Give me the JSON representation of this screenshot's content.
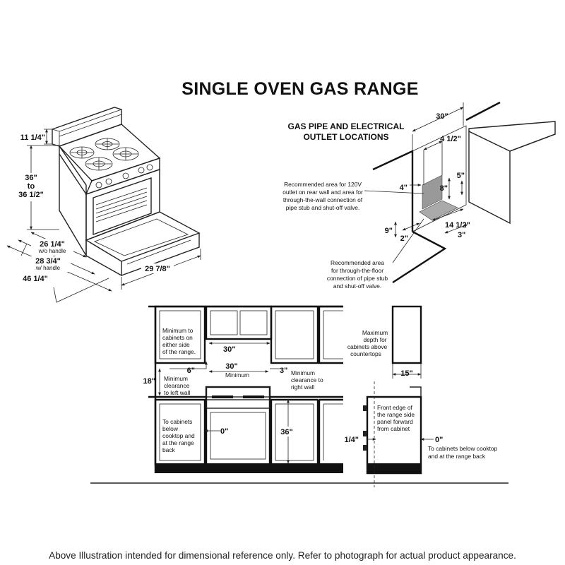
{
  "title": "SINGLE OVEN GAS RANGE",
  "range_view": {
    "dims": {
      "backguard": "11 1/4\"",
      "height_a": "36\"",
      "height_to": "to",
      "height_b": "36 1/2\"",
      "depth_no_handle": "26 1/4\"",
      "depth_no_handle_note": "w/o handle",
      "depth_with_handle": "28 3/4\"",
      "depth_with_handle_note": "w/ handle",
      "depth_door_open": "46 1/4\"",
      "width": "29 7/8\""
    }
  },
  "gas_pipe": {
    "heading_line1": "GAS PIPE AND ELECTRICAL",
    "heading_line2": "OUTLET LOCATIONS",
    "dims": {
      "top_width": "30\"",
      "offset": "4 1/2\"",
      "d4": "4\"",
      "d5": "5\"",
      "d8": "8\"",
      "d9": "9\"",
      "d2": "2\"",
      "d14": "14 1/2\"",
      "d3": "3\""
    },
    "note_wall": [
      "Recommended area for 120V",
      "outlet on rear wall and area for",
      "through-the-wall connection of",
      "pipe stub and shut-off valve."
    ],
    "note_floor": [
      "Recommended area",
      "for through-the-floor",
      "connection of pipe stub",
      "and shut-off valve."
    ]
  },
  "installation": {
    "note_side_cabinets": [
      "Minimum to",
      "cabinets on",
      "either side",
      "of the range."
    ],
    "dim_cabinet_width": "30\"",
    "dim_6": "6\"",
    "dim_min_30": "30\"",
    "dim_min_30_note": "Minimum",
    "dim_3": "3\"",
    "note_left_wall": [
      "Minimum",
      "clearance",
      "to left wall"
    ],
    "note_right_wall": [
      "Minimum",
      "clearance to",
      "right wall"
    ],
    "dim_18": "18\"",
    "note_below": [
      "To cabinets",
      "below",
      "cooktop and",
      "at the range",
      "back"
    ],
    "dim_0": "0\"",
    "dim_36": "36\""
  },
  "side_view": {
    "note_max_depth": [
      "Maximum",
      "depth for",
      "cabinets above",
      "countertops"
    ],
    "dim_15": "15\"",
    "note_front_edge": [
      "Front edge of",
      "the range side",
      "panel forward",
      "from cabinet"
    ],
    "dim_quarter": "1/4\"",
    "dim_0": "0\"",
    "note_to_cabinets": [
      "To cabinets below cooktop",
      "and at the range back"
    ]
  },
  "footer": "Above Illustration intended for dimensional reference only. Refer to photograph for actual product appearance."
}
